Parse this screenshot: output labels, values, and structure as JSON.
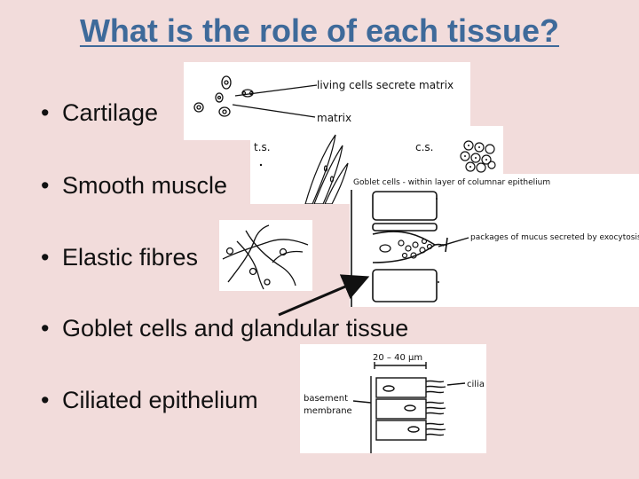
{
  "slide": {
    "title": "What is the role of each tissue?",
    "bullets": [
      "Cartilage",
      "Smooth muscle",
      "Elastic fibres",
      "Goblet cells and glandular tissue",
      "Ciliated epithelium"
    ],
    "bullet_glyph": "•"
  },
  "diagrams": {
    "cartilage": {
      "label_cells": "living cells secrete matrix",
      "label_matrix": "matrix"
    },
    "smooth_muscle": {
      "label_ts": "t.s.",
      "label_cs": "c.s."
    },
    "goblet": {
      "header": "Goblet cells  -  within layer of columnar epithelium",
      "label_mucus": "packages of mucus secreted by exocytosis"
    },
    "ciliated": {
      "dimension": "20 – 40 μm",
      "label_cilia": "cilia",
      "label_membrane_1": "basement",
      "label_membrane_2": "membrane"
    }
  },
  "colors": {
    "background": "#f2dcdb",
    "title": "#3e6a9a",
    "text": "#111111"
  }
}
